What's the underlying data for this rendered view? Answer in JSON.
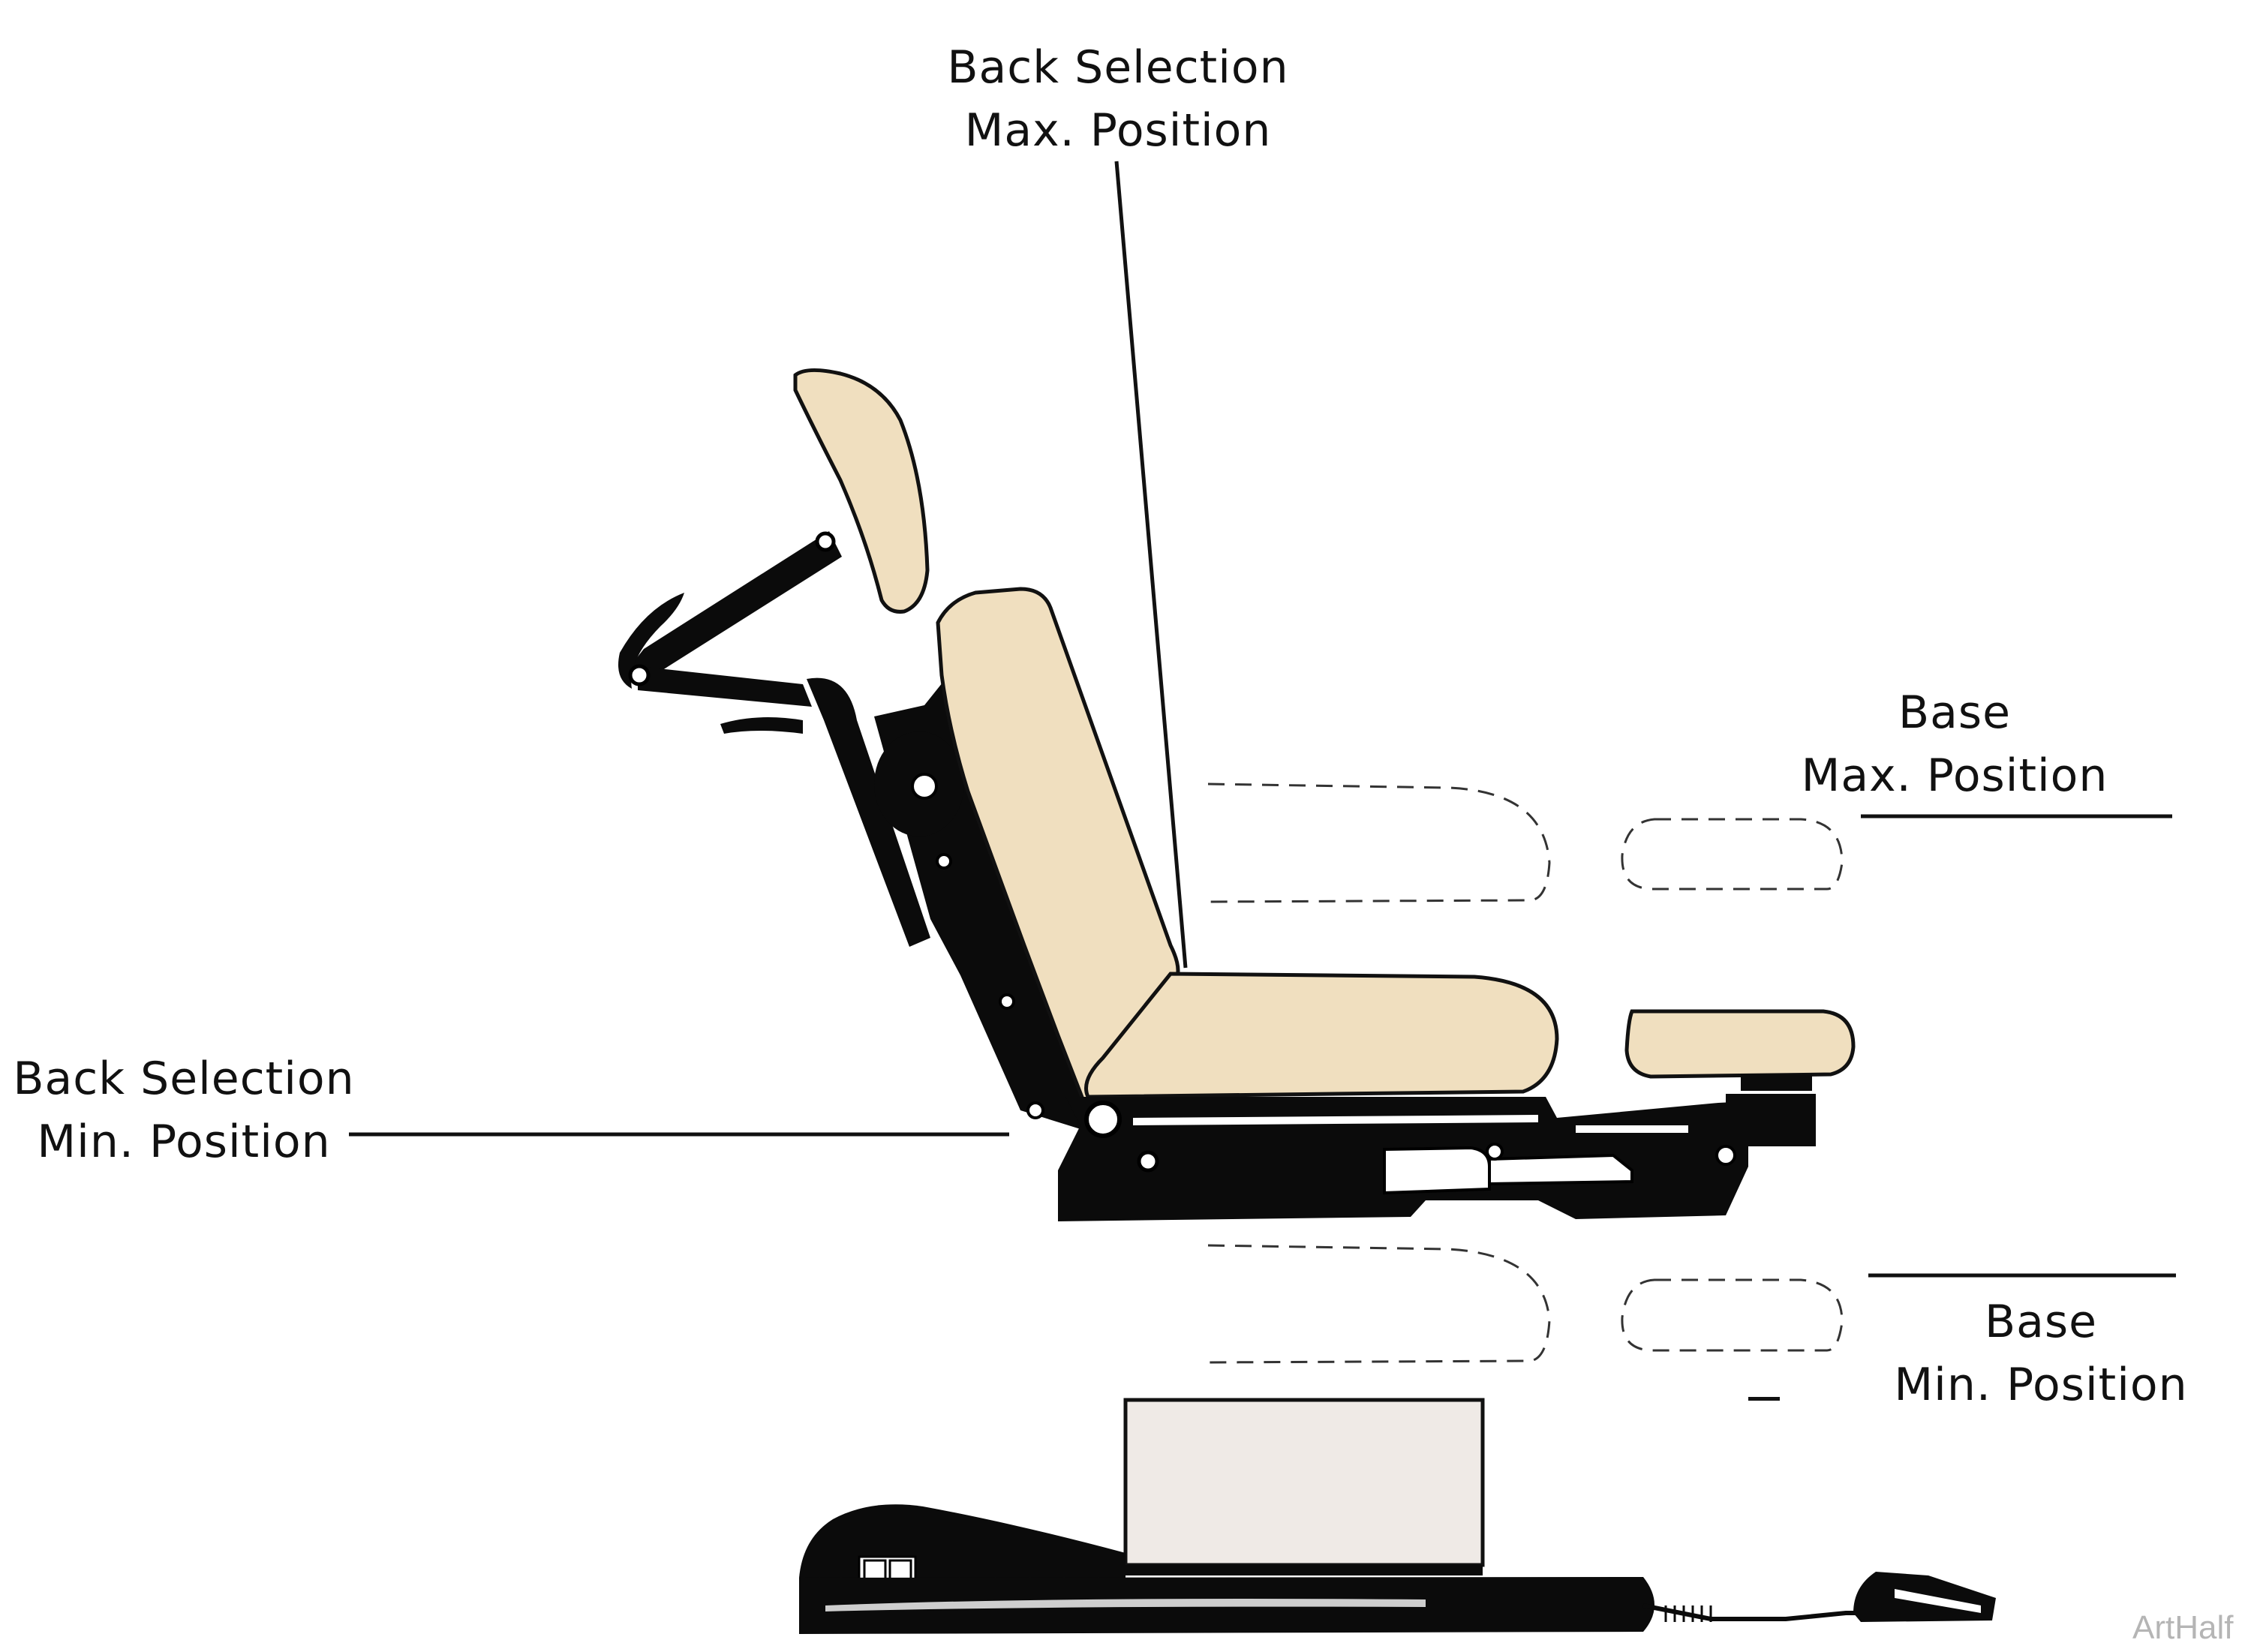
{
  "labels": {
    "back_selection_max": [
      "Back Selection",
      "Max. Position"
    ],
    "base_max": [
      "Base",
      "Max. Position"
    ],
    "back_selection_min": [
      "Back Selection",
      "Min. Position"
    ],
    "base_min": [
      "Base",
      "Min. Position"
    ]
  },
  "watermark": "ArtHalf",
  "colors": {
    "cushion": "#f0dfbf",
    "base_column": "#efeae6",
    "outline": "#111111",
    "frame": "#0b0b0b",
    "watermark": "#b5b5b5"
  }
}
